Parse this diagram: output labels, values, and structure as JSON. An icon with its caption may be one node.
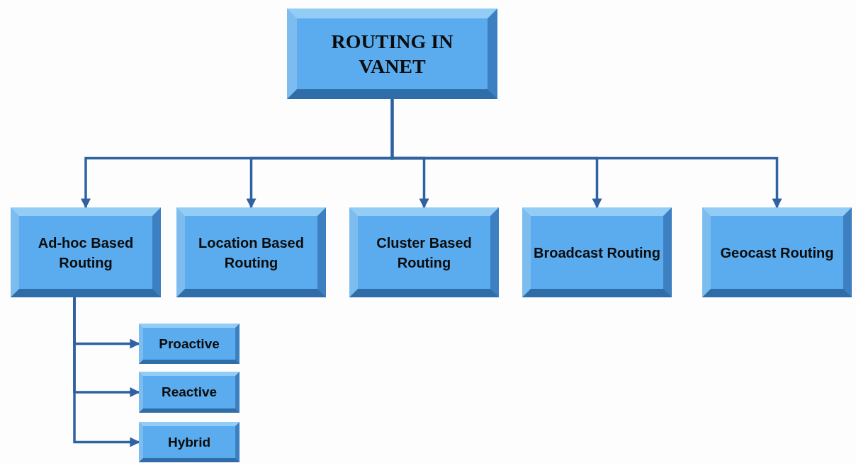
{
  "diagram": {
    "nodes": [
      {
        "text": [
          "ROUTING IN VANET"
        ]
      },
      {
        "text": [
          "Ad-hoc Based Routing"
        ]
      },
      {
        "text": [
          "Location Based Routing"
        ]
      },
      {
        "text": [
          "Cluster Based Routing"
        ]
      },
      {
        "text": [
          "Broadcast Routing"
        ]
      },
      {
        "text": [
          "Geocast Routing"
        ]
      },
      {
        "text": [
          "Proactive"
        ]
      },
      {
        "text": [
          "Reactive"
        ]
      },
      {
        "text": [
          "Hybrid"
        ]
      }
    ],
    "edges": [
      {
        "from": 0,
        "to": 1,
        "arrow": "to"
      },
      {
        "from": 0,
        "to": 2,
        "arrow": "to"
      },
      {
        "from": 0,
        "to": 3,
        "arrow": "to"
      },
      {
        "from": 0,
        "to": 4,
        "arrow": "to"
      },
      {
        "from": 0,
        "to": 5,
        "arrow": "to"
      },
      {
        "from": 1,
        "to": 6,
        "arrow": "to"
      },
      {
        "from": 1,
        "to": 7,
        "arrow": "to"
      },
      {
        "from": 1,
        "to": 8,
        "arrow": "to"
      }
    ]
  }
}
